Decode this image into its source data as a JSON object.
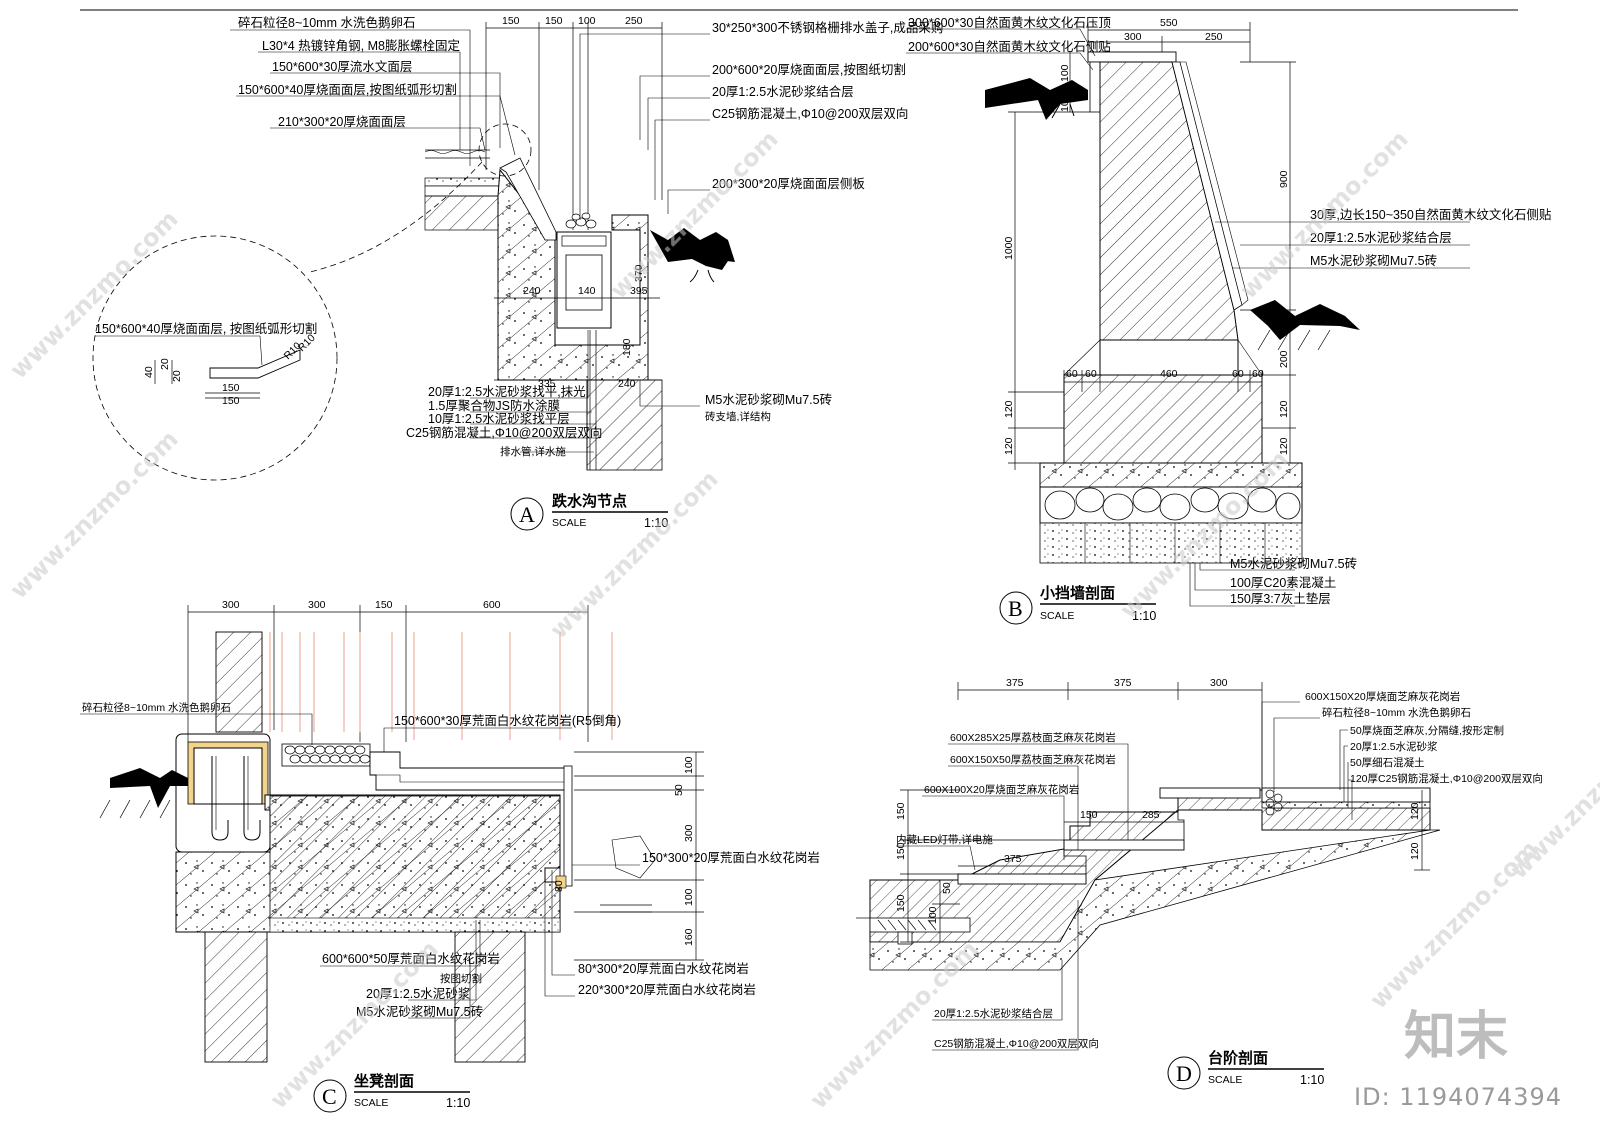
{
  "detailA": {
    "letter": "A",
    "title": "跌水沟节点",
    "scale_label": "SCALE",
    "scale": "1:10",
    "dims_top": [
      "150",
      "150",
      "100",
      "250"
    ],
    "dims_mid": [
      "240",
      "140",
      "395"
    ],
    "dims_bot": [
      "335",
      "240"
    ],
    "dims_vert": [
      "370",
      "180"
    ],
    "labels_left": [
      "碎石粒径8~10mm 水洗色鹅卵石",
      "L30*4 热镀锌角钢, M8膨胀螺栓固定",
      "150*600*30厚流水文面层",
      "150*600*40厚烧面面层,按图纸弧形切割",
      "210*300*20厚烧面面层"
    ],
    "labels_right": [
      "30*250*300不锈钢格栅排水盖子,成品采购",
      "200*600*20厚烧面面层,按图纸切割",
      "20厚1:2.5水泥砂浆结合层",
      "C25钢筋混凝土,Φ10@200双层双向",
      "200*300*20厚烧面面层侧板"
    ],
    "labels_bottom": [
      "20厚1:2.5水泥砂浆找平,抹光",
      "1.5厚聚合物JS防水涂膜",
      "10厚1:2.5水泥砂浆找平层",
      "C25钢筋混凝土,Φ10@200双层双向",
      "排水管,详水施"
    ],
    "label_brick": "M5水泥砂浆砌Mu7.5砖",
    "label_brick_2": "砖支墙,详结构",
    "detail_callout": "150*600*40厚烧面面层, 按图纸弧形切割",
    "detail_dims": [
      "40",
      "20",
      "20",
      "150",
      "150",
      "R10",
      "R10"
    ]
  },
  "detailB": {
    "letter": "B",
    "title": "小挡墙剖面",
    "scale_label": "SCALE",
    "scale": "1:10",
    "dims_top": [
      "550",
      "300",
      "250"
    ],
    "dims_left": [
      "100",
      "100",
      "1000",
      "120",
      "120"
    ],
    "dims_right": [
      "900",
      "200",
      "120",
      "120"
    ],
    "dims_base": [
      "60",
      "60",
      "460",
      "60",
      "60"
    ],
    "labels_top": [
      "300*600*30自然面黄木纹文化石压顶",
      "200*600*30自然面黄木纹文化石侧贴"
    ],
    "labels_right": [
      "30厚,边长150~350自然面黄木纹文化石侧贴",
      "20厚1:2.5水泥砂浆结合层",
      "M5水泥砂浆砌Mu7.5砖"
    ],
    "labels_bottom": [
      "M5水泥砂浆砌Mu7.5砖",
      "100厚C20素混凝土",
      "150厚3:7灰土垫层"
    ]
  },
  "detailC": {
    "letter": "C",
    "title": "坐凳剖面",
    "scale_label": "SCALE",
    "scale": "1:10",
    "dims_top": [
      "300",
      "300",
      "150",
      "600"
    ],
    "dims_right": [
      "100",
      "50",
      "300",
      "100",
      "160"
    ],
    "dims_small": [
      "80"
    ],
    "labels": [
      "碎石粒径8~10mm 水洗色鹅卵石",
      "150*600*30厚荒面白水纹花岗岩(R5倒角)",
      "150*300*20厚荒面白水纹花岗岩",
      "600*600*50厚荒面白水纹花岗岩",
      "按图切割",
      "20厚1:2.5水泥砂浆",
      "M5水泥砂浆砌Mu7.5砖",
      "80*300*20厚荒面白水纹花岗岩",
      "220*300*20厚荒面白水纹花岗岩"
    ]
  },
  "detailD": {
    "letter": "D",
    "title": "台阶剖面",
    "scale_label": "SCALE",
    "scale": "1:10",
    "dims_top": [
      "375",
      "375",
      "300"
    ],
    "dims_inner": [
      "150",
      "285",
      "375"
    ],
    "dims_left": [
      "150",
      "150",
      "50",
      "100",
      "150"
    ],
    "dims_right": [
      "120",
      "120"
    ],
    "labels_top": [
      "600X150X20厚烧面芝麻灰花岗岩",
      "碎石粒径8~10mm 水洗色鹅卵石",
      "50厚烧面芝麻灰,分隔缝,按形定制",
      "20厚1:2.5水泥砂浆",
      "50厚细石混凝土",
      "120厚C25钢筋混凝土,Φ10@200双层双向"
    ],
    "labels_left": [
      "600X285X25厚荔枝面芝麻灰花岗岩",
      "600X150X50厚荔枝面芝麻灰花岗岩",
      "600X100X20厚烧面芝麻灰花岗岩",
      "内藏LED灯带,详电施"
    ],
    "labels_bottom": [
      "20厚1:2.5水泥砂浆结合层",
      "C25钢筋混凝土,Φ10@200双层双向"
    ]
  },
  "watermark": {
    "site": "www.znzmo.com",
    "brand": "知末",
    "id": "ID: 1194074394"
  }
}
